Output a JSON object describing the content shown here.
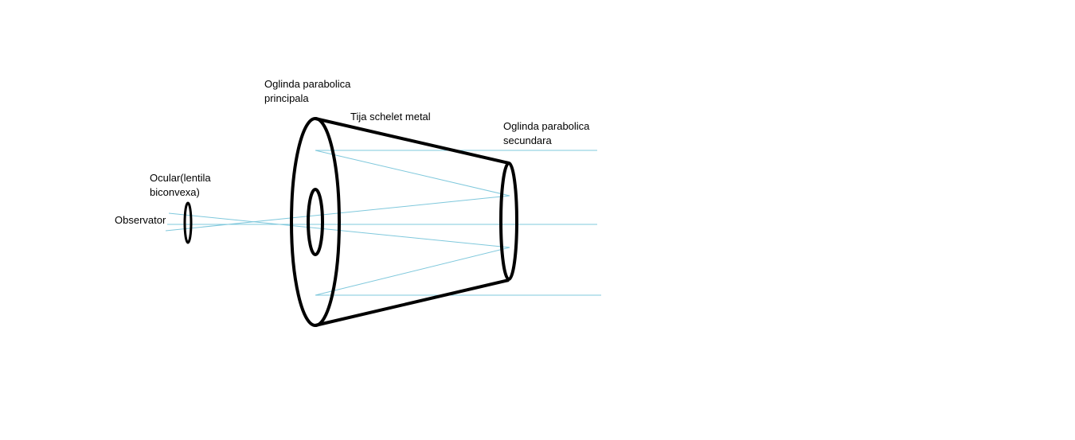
{
  "labels": {
    "primary_mirror_line1": "Oglinda parabolica",
    "primary_mirror_line2": "principala",
    "rod": "Tija schelet metal",
    "secondary_mirror_line1": "Oglinda parabolica",
    "secondary_mirror_line2": "secundara",
    "eyepiece_line1": "Ocular(lentila",
    "eyepiece_line2": "biconvexa)",
    "observer": "Observator"
  },
  "colors": {
    "outline": "#000000",
    "ray": "#7fc8dc"
  }
}
